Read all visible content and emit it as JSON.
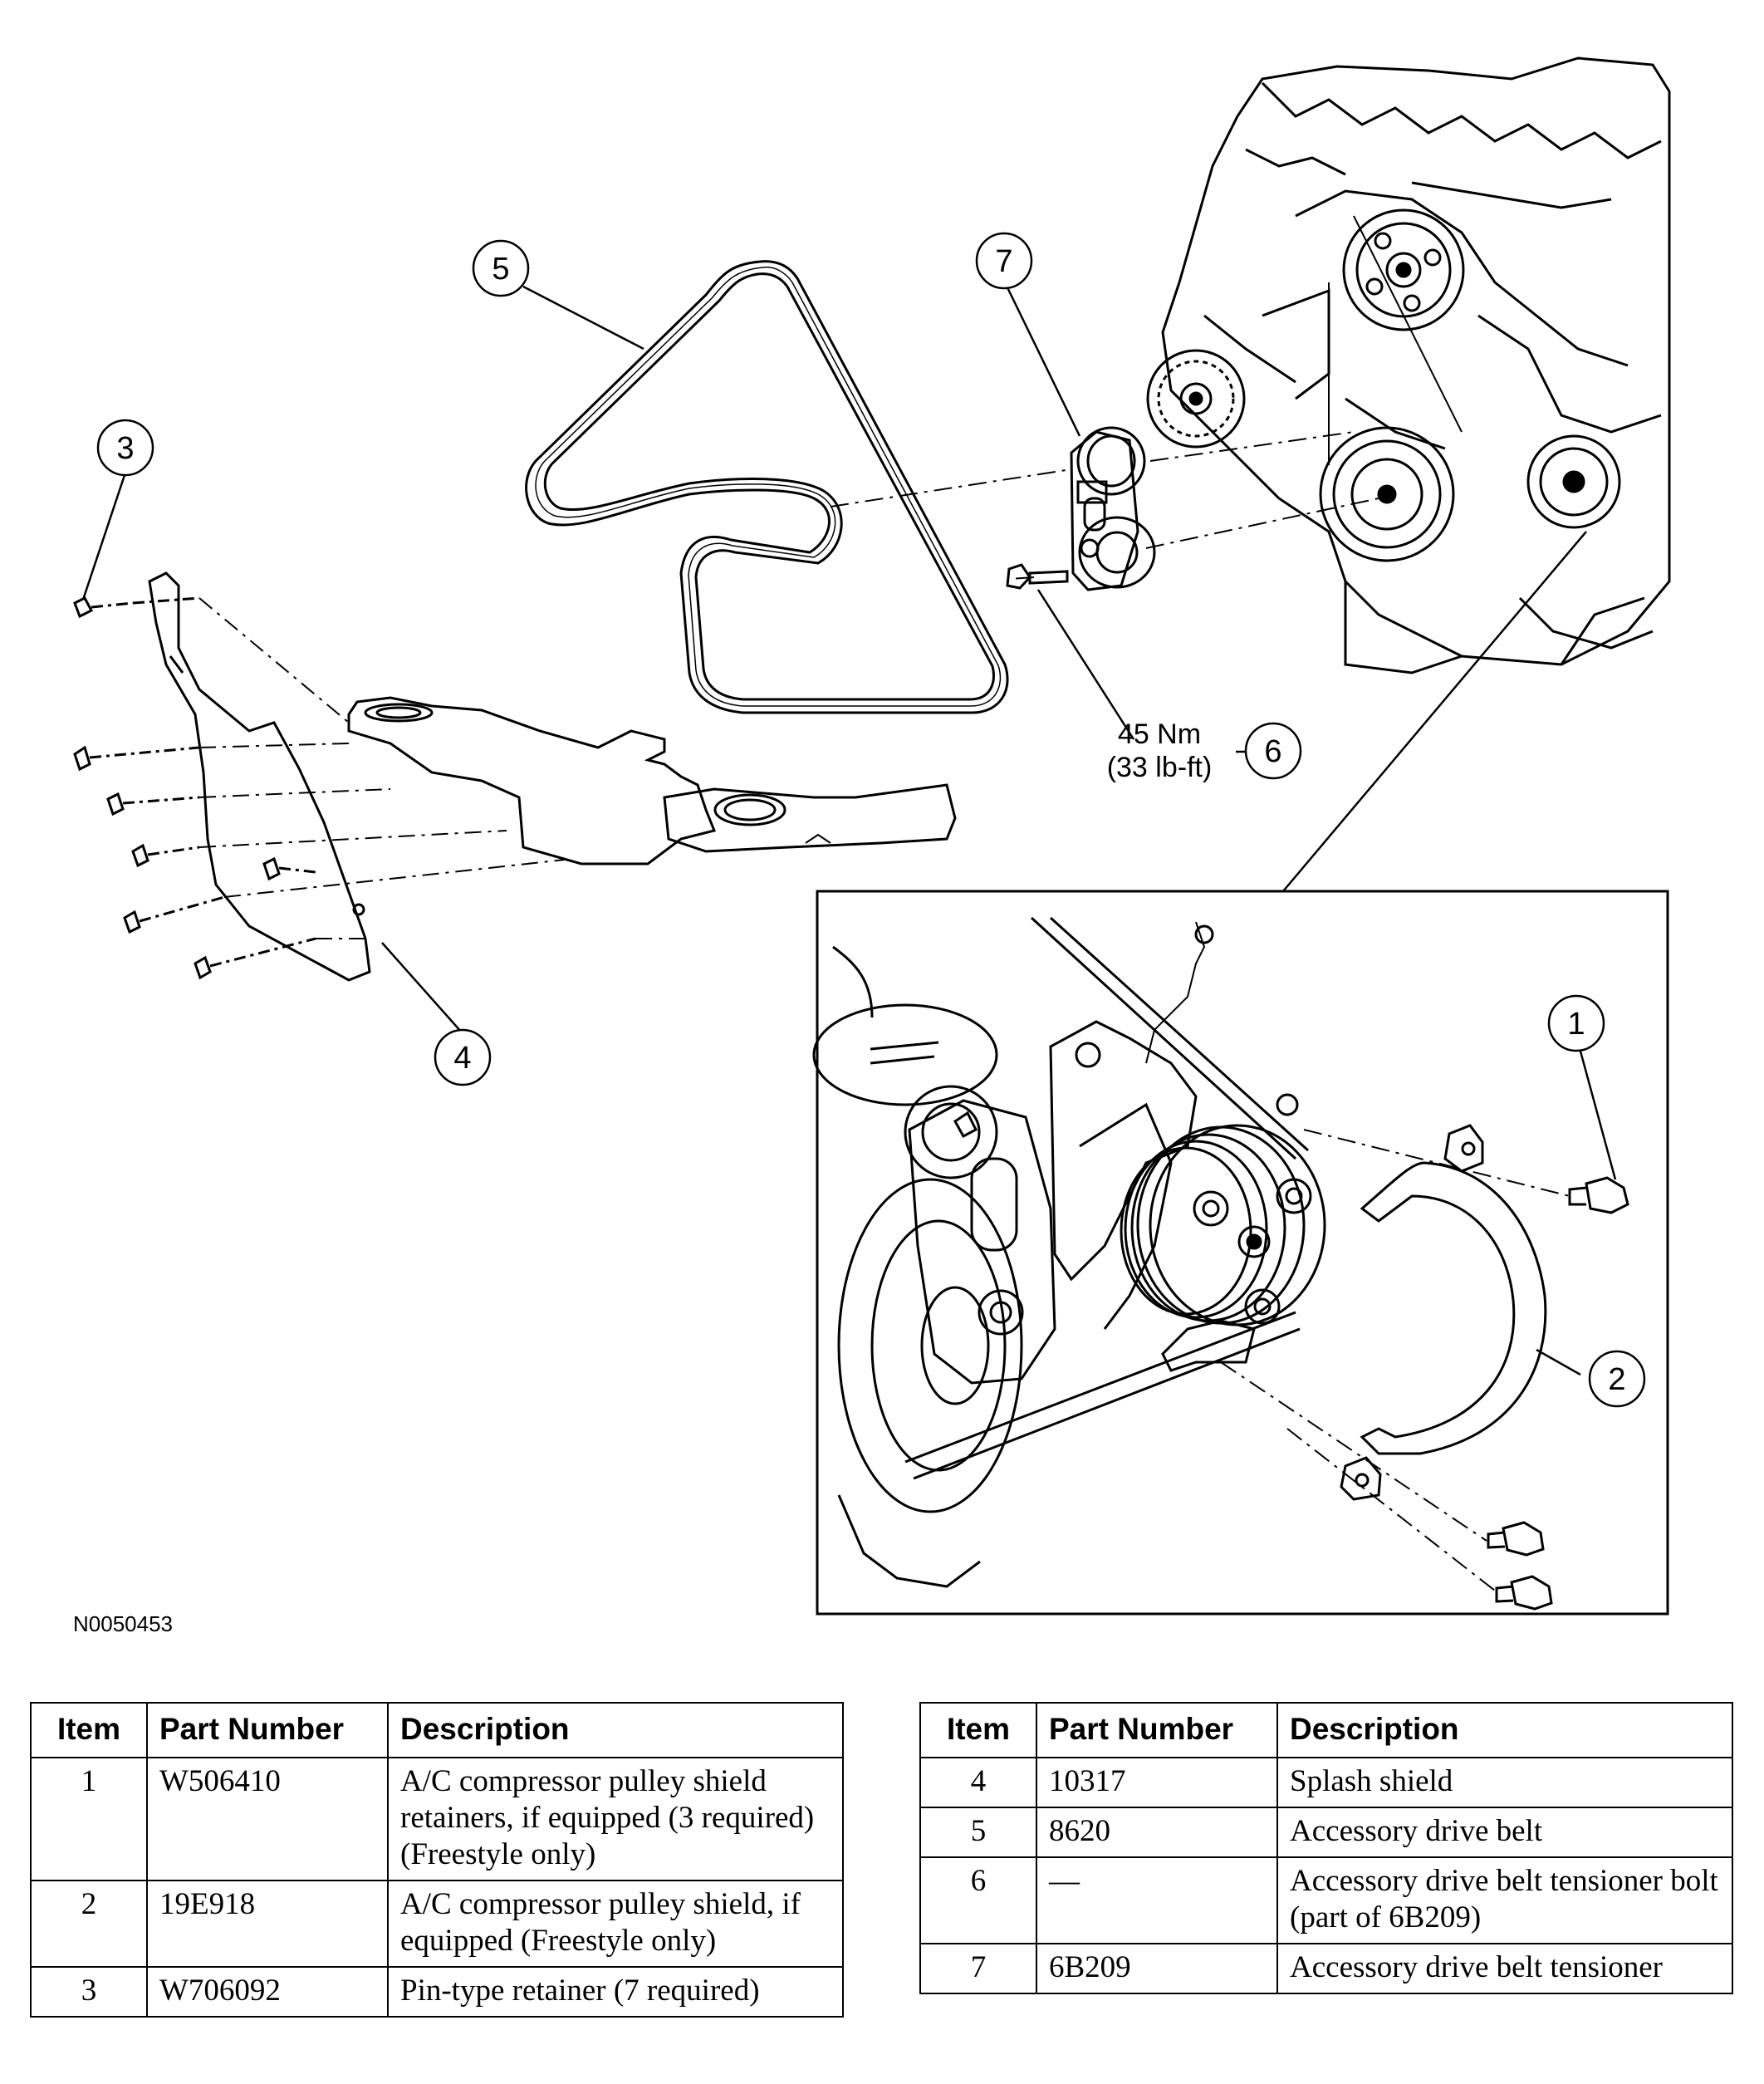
{
  "figure": {
    "figure_id": "N0050453",
    "callouts": [
      "1",
      "2",
      "3",
      "4",
      "5",
      "6",
      "7"
    ],
    "torque": {
      "metric": "45 Nm",
      "imperial": "(33 lb-ft)"
    }
  },
  "parts_table": {
    "headers": {
      "item": "Item",
      "part_number": "Part Number",
      "description": "Description"
    },
    "left_rows": [
      {
        "item": "1",
        "part_number": "W506410",
        "description": "A/C compressor pulley shield retainers, if equipped (3 required) (Freestyle only)"
      },
      {
        "item": "2",
        "part_number": "19E918",
        "description": "A/C compressor pulley shield, if equipped (Freestyle only)"
      },
      {
        "item": "3",
        "part_number": "W706092",
        "description": "Pin-type retainer (7 required)"
      }
    ],
    "right_rows": [
      {
        "item": "4",
        "part_number": "10317",
        "description": "Splash shield"
      },
      {
        "item": "5",
        "part_number": "8620",
        "description": "Accessory drive belt"
      },
      {
        "item": "6",
        "part_number": "—",
        "description": "Accessory drive belt tensioner bolt (part of 6B209)"
      },
      {
        "item": "7",
        "part_number": "6B209",
        "description": "Accessory drive belt tensioner"
      }
    ]
  }
}
